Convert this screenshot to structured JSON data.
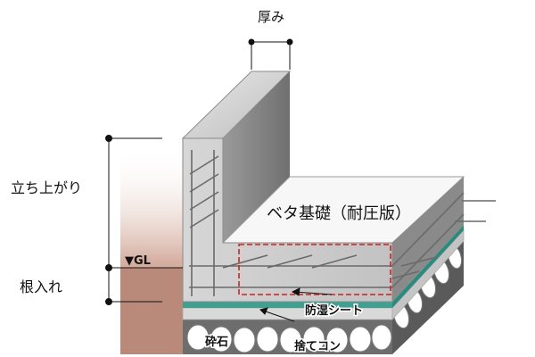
{
  "labels": {
    "thickness": "厚み",
    "rise": "立ち上がり",
    "gl": "▼GL",
    "embed": "根入れ",
    "title": "ベタ基礎（耐圧版）",
    "moisture_sheet": "防湿シート",
    "gravel": "砕石",
    "lean_concrete": "捨てコン"
  },
  "colors": {
    "concrete_top": "#f7f7f7",
    "concrete_front": "#cfcfcf",
    "concrete_dark": "#8a8a8a",
    "soil": "#b98a7a",
    "moisture_sheet": "#3fa092",
    "dashed_box": "#cc2222",
    "rebar": "#6a6a6a"
  }
}
